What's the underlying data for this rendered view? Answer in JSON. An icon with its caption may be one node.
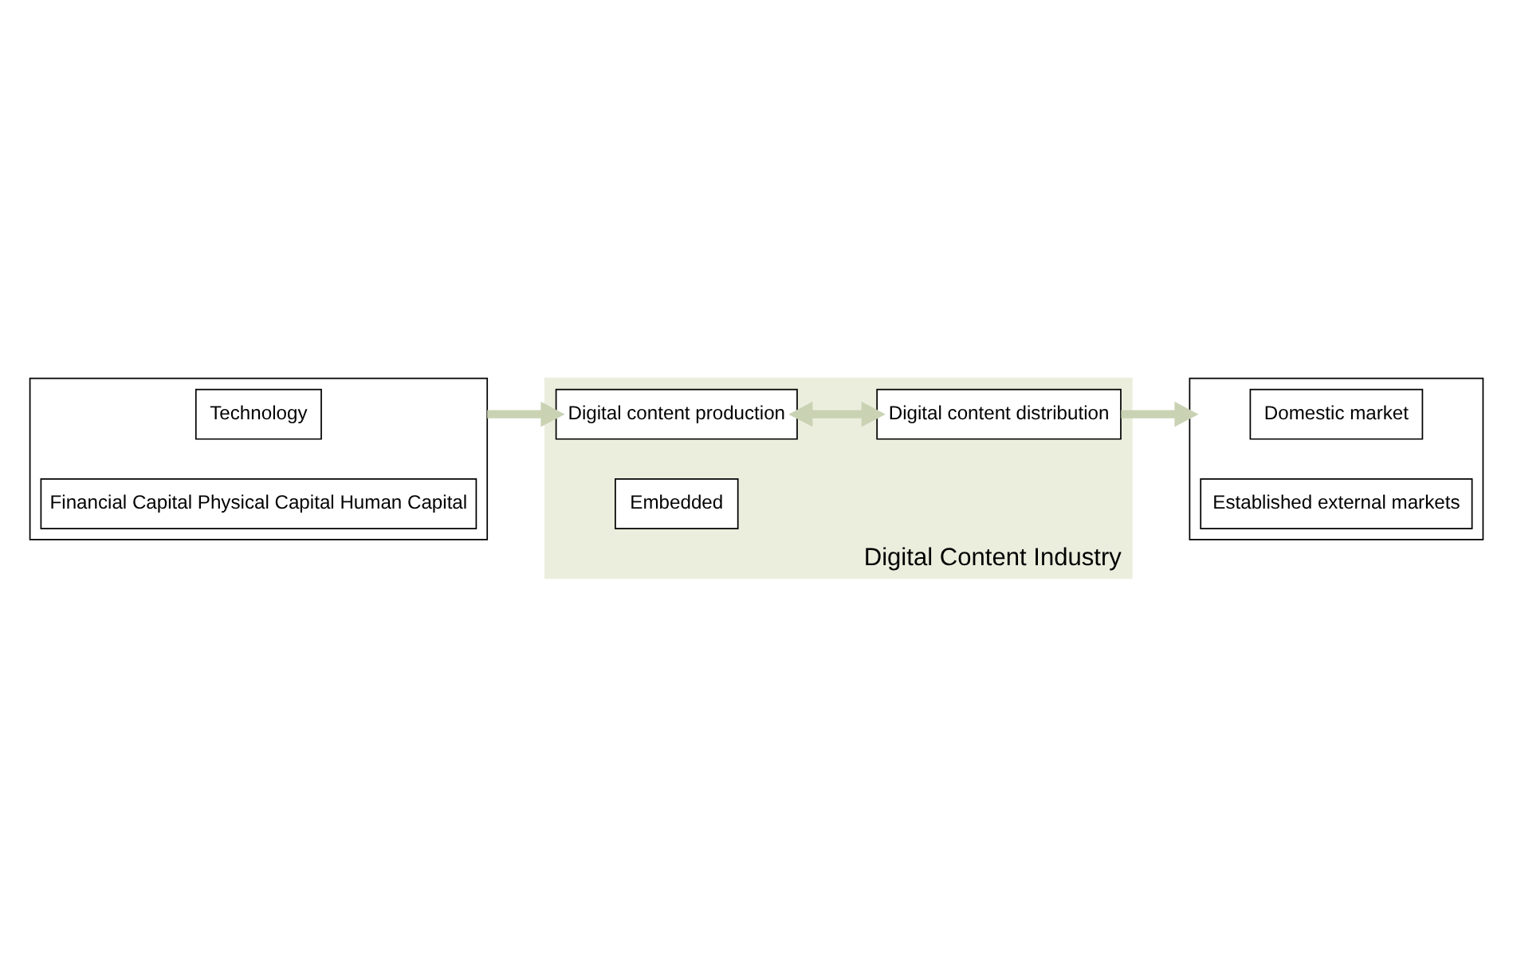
{
  "diagram": {
    "nodes": [
      {
        "text": [],
        "shape": "box"
      },
      {
        "text": [
          "Technology"
        ],
        "in": 0
      },
      {
        "text": [
          "Financial Capital Physical Capital Human Capital"
        ],
        "in": 0
      },
      {
        "text": [
          "Digital Content Industry"
        ]
      },
      {
        "text": [
          "Digital content production"
        ],
        "in": 3
      },
      {
        "text": [
          "Embedded"
        ],
        "in": 3
      },
      {
        "text": [
          "Digital content distribution"
        ],
        "in": 3
      },
      {
        "text": [],
        "shape": "box"
      },
      {
        "text": [
          "Domestic market"
        ],
        "in": 7
      },
      {
        "text": [
          "Established external markets"
        ],
        "in": 7
      }
    ],
    "edges": [
      {
        "from": 0,
        "to": 4,
        "arrow": "to"
      },
      {
        "from": 4,
        "to": 6,
        "arrow": "both"
      },
      {
        "from": 6,
        "to": 7,
        "arrow": "to"
      }
    ]
  }
}
